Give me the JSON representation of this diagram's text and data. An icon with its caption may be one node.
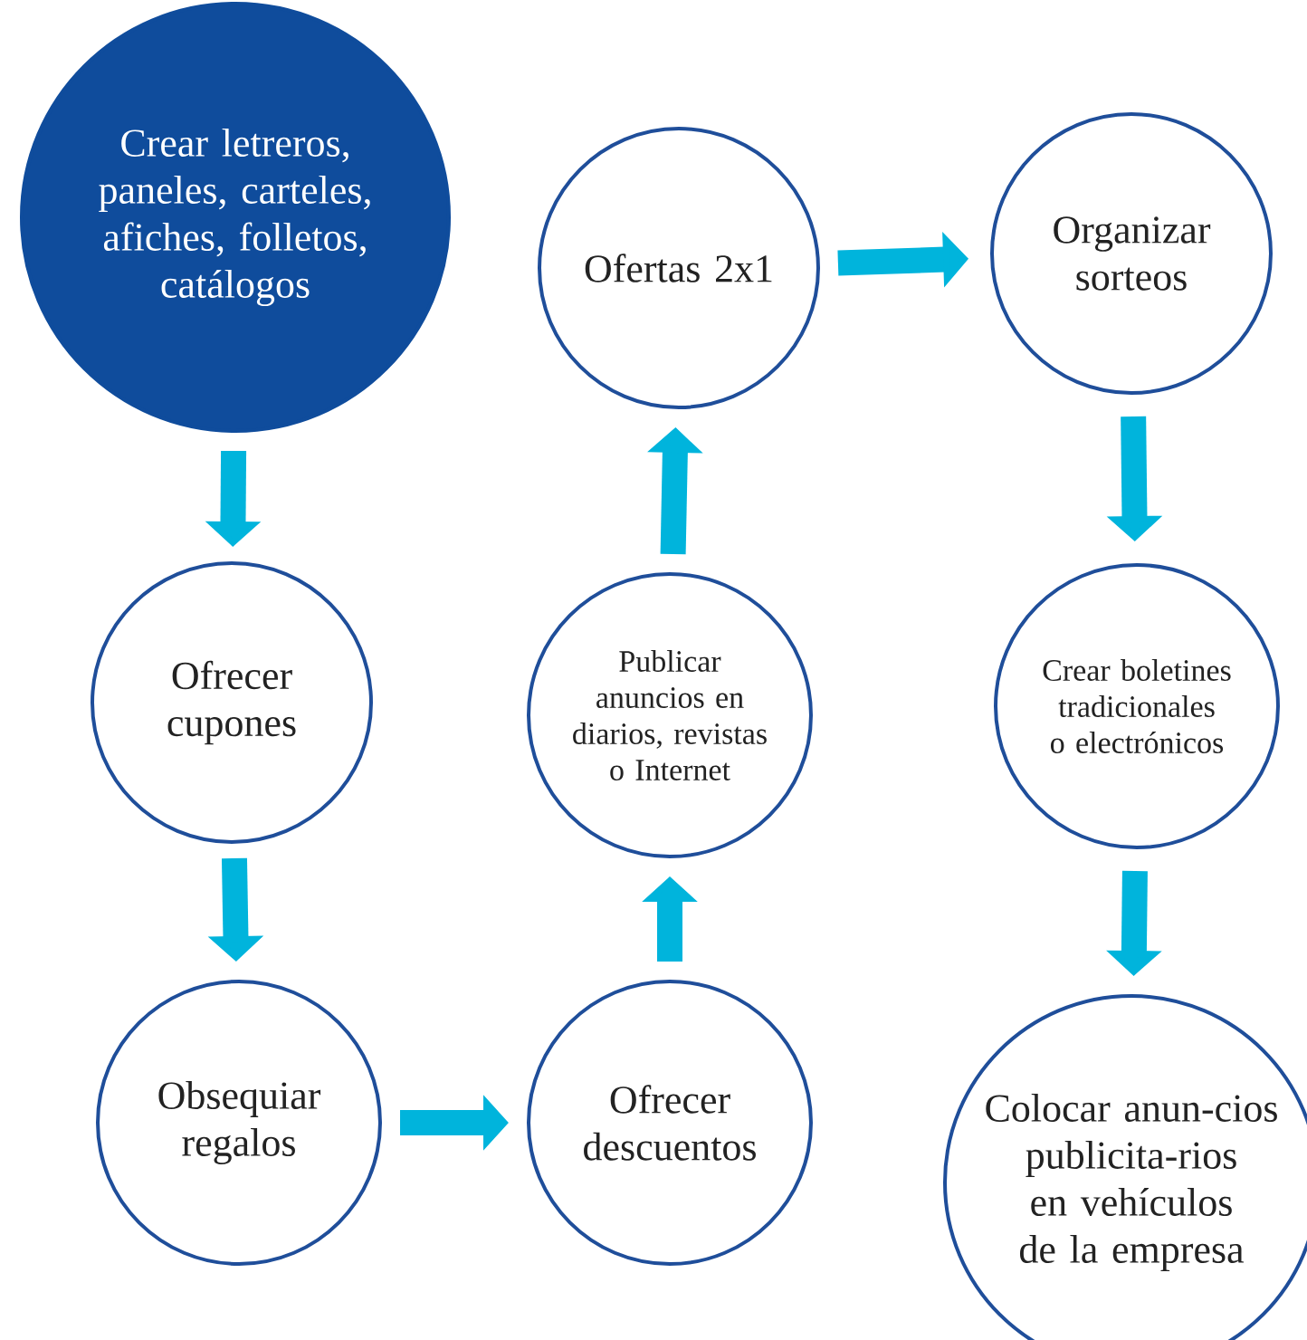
{
  "diagram": {
    "nodes": [
      {
        "text": [
          "Crear letreros, paneles, carteles, afiches, folletos, catálogos"
        ]
      },
      {
        "text": [
          "Ofrecer cupones"
        ]
      },
      {
        "text": [
          "Obsequiar regalos"
        ]
      },
      {
        "text": [
          "Ofrecer descuentos"
        ]
      },
      {
        "text": [
          "Publicar anuncios en diarios, revistas o Internet"
        ]
      },
      {
        "text": [
          "Ofertas 2x1"
        ]
      },
      {
        "text": [
          "Organizar sorteos"
        ]
      },
      {
        "text": [
          "Crear boletines tradicionales o electrónicos"
        ]
      },
      {
        "text": [
          "Colocar anun-cios publicita-rios en vehículos de la empresa"
        ]
      }
    ],
    "edges": [
      {
        "from": 0,
        "to": 1,
        "arrow": "to"
      },
      {
        "from": 1,
        "to": 2,
        "arrow": "to"
      },
      {
        "from": 2,
        "to": 3,
        "arrow": "to"
      },
      {
        "from": 3,
        "to": 4,
        "arrow": "to"
      },
      {
        "from": 4,
        "to": 5,
        "arrow": "to"
      },
      {
        "from": 5,
        "to": 6,
        "arrow": "to"
      },
      {
        "from": 6,
        "to": 7,
        "arrow": "to"
      },
      {
        "from": 7,
        "to": 8,
        "arrow": "to"
      }
    ]
  }
}
